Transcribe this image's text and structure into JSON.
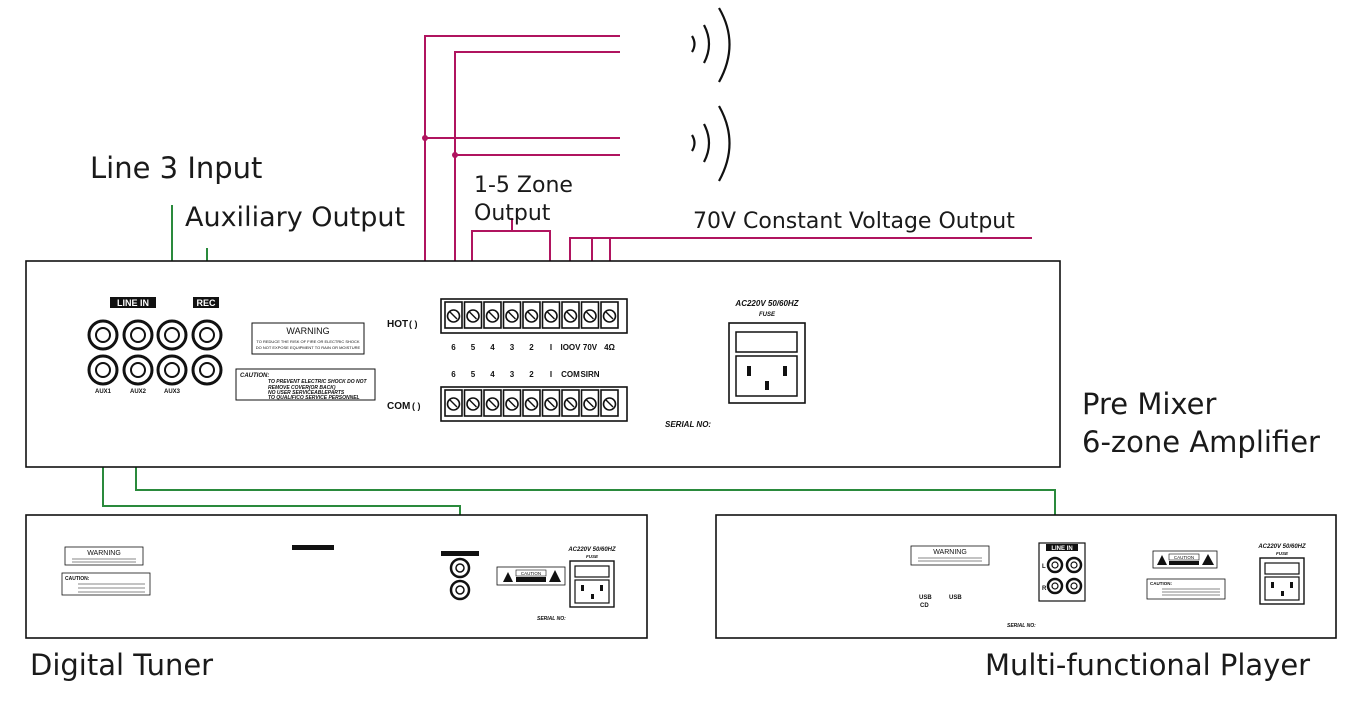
{
  "labels": {
    "line3_input": "Line 3 Input",
    "aux_output": "Auxiliary Output",
    "zone_output_1": "1-5 Zone",
    "zone_output_2": "Output",
    "constant_voltage": "70V Constant Voltage Output",
    "pre_mixer": "Pre Mixer",
    "amp_zones": "6-zone Amplifier",
    "digital_tuner": "Digital Tuner",
    "player": "Multi-functional Player"
  },
  "amplifier": {
    "line_in": "LINE IN",
    "rec": "REC",
    "aux1": "AUX1",
    "aux2": "AUX2",
    "aux3": "AUX3",
    "warning_title": "WARNING",
    "warning_line1": "TO REDUCE THE RISK OF FIRE OR ELECTRIC SHOCK",
    "warning_line2": "DO NOT EXPOSE EQUIPMENT TO RAIN OR MOISTURE",
    "caution_title": "CAUTION:",
    "caution_line1": "TO PREVENT ELECTRIC SHOCK DO NOT",
    "caution_line2": "REMOVE COVER(OR BACK)",
    "caution_line3": "NO USER SERVICEABLEPARTS",
    "caution_line4": "TO QUALIFICO SERVICE PERSONNEL",
    "hot": "HOT",
    "com": "COM",
    "hot_numbers": [
      "6",
      "5",
      "4",
      "3",
      "2",
      "I",
      "IOOV",
      "70V",
      "4Ω"
    ],
    "com_numbers": [
      "6",
      "5",
      "4",
      "3",
      "2",
      "I",
      "COM",
      "SIRN"
    ],
    "power": "AC220V 50/60HZ",
    "fuse": "FUSE",
    "serial": "SERIAL NO:"
  },
  "tuner": {
    "warning_title": "WARNING",
    "caution_title": "CAUTION:",
    "caution_badge": "CAUTION",
    "power": "AC220V 50/60HZ",
    "fuse": "FUSE",
    "serial": "SERIAL NO:"
  },
  "player": {
    "warning_title": "WARNING",
    "line_in": "LINE IN",
    "left": "L",
    "right": "R",
    "usb_cd": "USB",
    "cd": "CD",
    "usb2": "USB",
    "caution_title": "CAUTION:",
    "caution_badge": "CAUTION",
    "power": "AC220V 50/60HZ",
    "fuse": "FUSE",
    "serial": "SERIAL NO:"
  },
  "colors": {
    "speaker_wire": "#b0145f",
    "signal_wire": "#2a8a3c"
  }
}
